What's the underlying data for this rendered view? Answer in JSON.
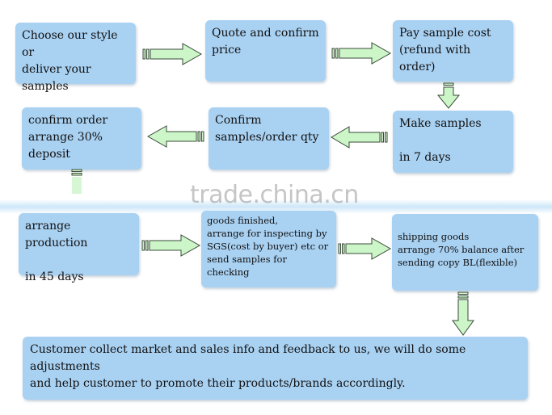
{
  "diagram": {
    "watermark": "trade.china.cn",
    "colors": {
      "box": "#a9d1f2",
      "arrow_fill": "#ccf5c8",
      "arrow_stroke": "#3a4a3a"
    },
    "steps": [
      {
        "id": "s1",
        "text": "Choose our style or\ndeliver  your\nsamples"
      },
      {
        "id": "s2",
        "text": "Quote and confirm\nprice"
      },
      {
        "id": "s3",
        "text": "Pay sample cost\n(refund with\norder)"
      },
      {
        "id": "s4",
        "text": "Make samples\n\nin 7 days"
      },
      {
        "id": "s5",
        "text": "Confirm\nsamples/order qty"
      },
      {
        "id": "s6",
        "text": "confirm order\narrange 30%\ndeposit"
      },
      {
        "id": "s7",
        "text": "arrange production\n\nin 45 days"
      },
      {
        "id": "s8",
        "text": "goods finished,\narrange for inspecting  by\nSGS(cost by buyer) etc or\nsend samples for checking"
      },
      {
        "id": "s9",
        "text": "shipping goods\narrange 70% balance after\nsending copy BL(flexible)"
      },
      {
        "id": "s10",
        "text": "Customer collect market and sales info and feedback to us, we will do some adjustments\nand help customer to promote their products/brands accordingly."
      }
    ]
  }
}
